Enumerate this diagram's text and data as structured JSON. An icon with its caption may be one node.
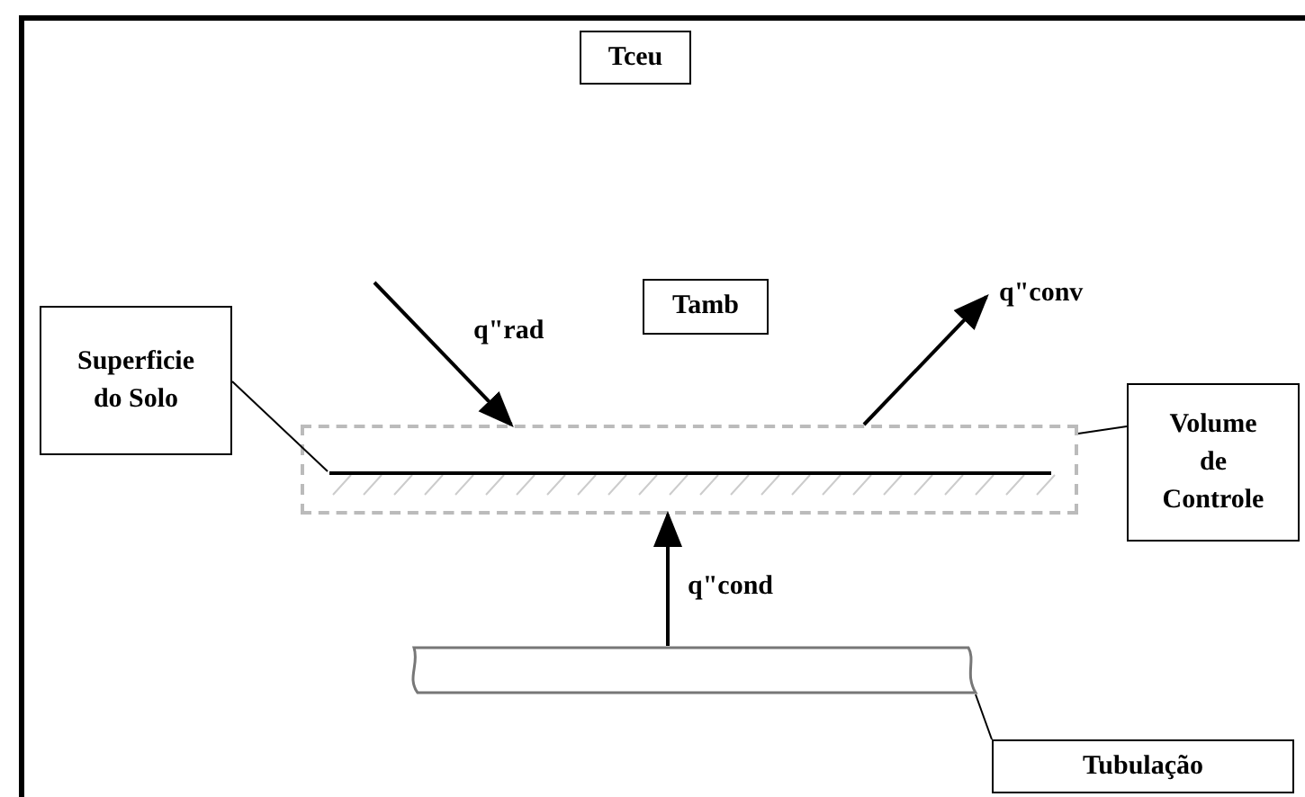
{
  "diagram": {
    "nodes": [
      {
        "text": [
          "Tceu"
        ]
      },
      {
        "text": [
          "Tamb"
        ]
      },
      {
        "text": [
          "Superficie do Solo"
        ]
      },
      {
        "text": [
          "Volume de Controle"
        ]
      },
      {
        "text": [
          "Tubulação"
        ]
      },
      {
        "text": [],
        "shape": "box"
      },
      {
        "text": [],
        "shape": "bar",
        "in": 5
      },
      {
        "text": [],
        "shape": "cylinder"
      }
    ],
    "edges": [
      {
        "from": 2,
        "to": 6,
        "arrow": "none"
      },
      {
        "from": 3,
        "to": 5,
        "arrow": "none"
      },
      {
        "from": 4,
        "to": 7,
        "arrow": "none"
      },
      {
        "from": 7,
        "to": 5,
        "arrow": "to",
        "label": "q\"cond"
      },
      {
        "from": null,
        "to": 5,
        "arrow": "to",
        "label": "q\"rad"
      },
      {
        "from": 5,
        "to": null,
        "arrow": "to",
        "label": "q\"conv"
      }
    ]
  }
}
